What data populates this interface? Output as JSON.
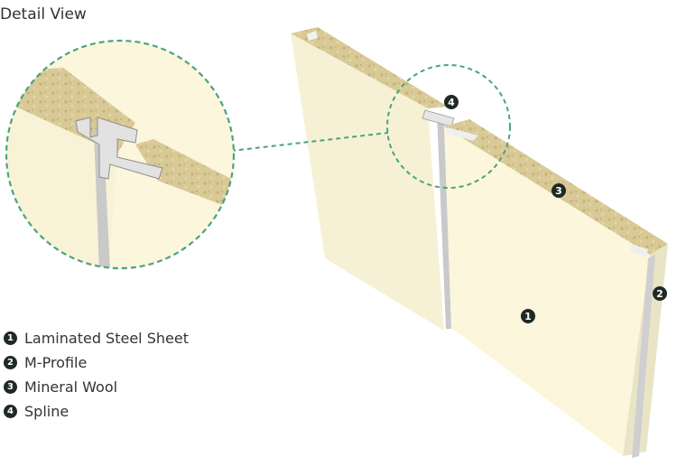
{
  "title": "Detail View",
  "legend": [
    {
      "number": "1",
      "label": "Laminated Steel Sheet"
    },
    {
      "number": "2",
      "label": "M-Profile"
    },
    {
      "number": "3",
      "label": "Mineral Wool"
    },
    {
      "number": "4",
      "label": "Spline"
    }
  ],
  "markers": [
    "1",
    "2",
    "3",
    "4"
  ],
  "colors": {
    "badge": "#1f2a25",
    "panel_face": "#fbf6dc",
    "panel_side": "#f0ebcd",
    "wool": "#d9c996",
    "profile": "#c8c8c8",
    "callout": "#4aa37f"
  }
}
